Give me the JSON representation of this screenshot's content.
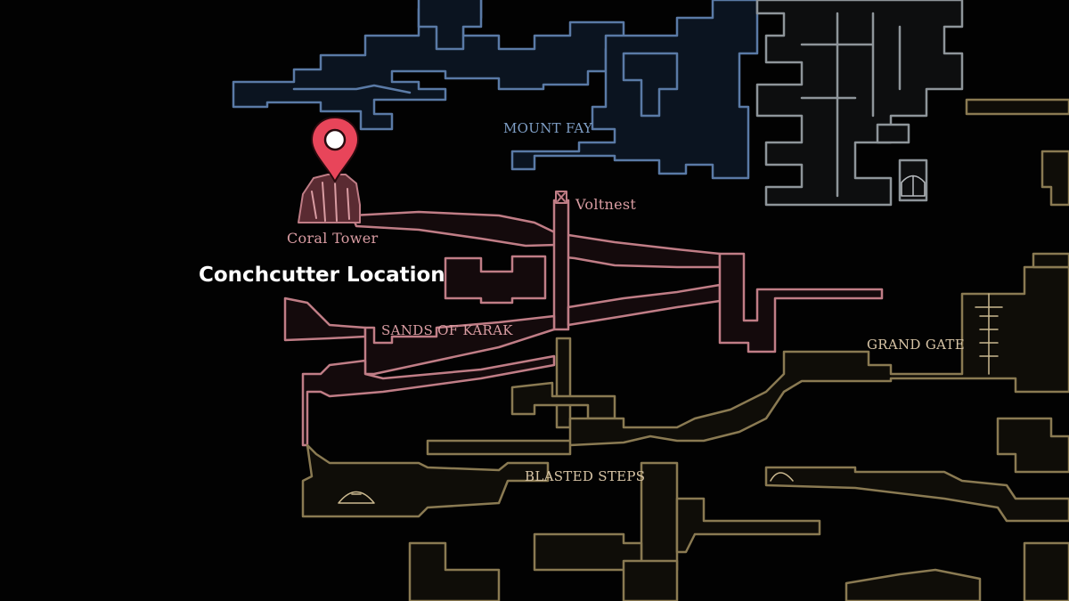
{
  "map": {
    "regions": {
      "mount_fay": "MOUNT FAY",
      "voltnest": "Voltnest",
      "coral_tower": "Coral Tower",
      "sands_of_karak": "SANDS OF KARAK",
      "grand_gate": "GRAND GATE",
      "blasted_steps": "BLASTED STEPS"
    },
    "caption": "Conchcutter Location",
    "colors": {
      "background": "#020202",
      "mount_fay": "#5a7aa6",
      "sands_of_karak": "#c07d86",
      "blasted_steps": "#8a7a52",
      "right_structure": "#9aa0a4",
      "marker": "#e8455a"
    },
    "marker_icon": "location-pin-icon"
  }
}
